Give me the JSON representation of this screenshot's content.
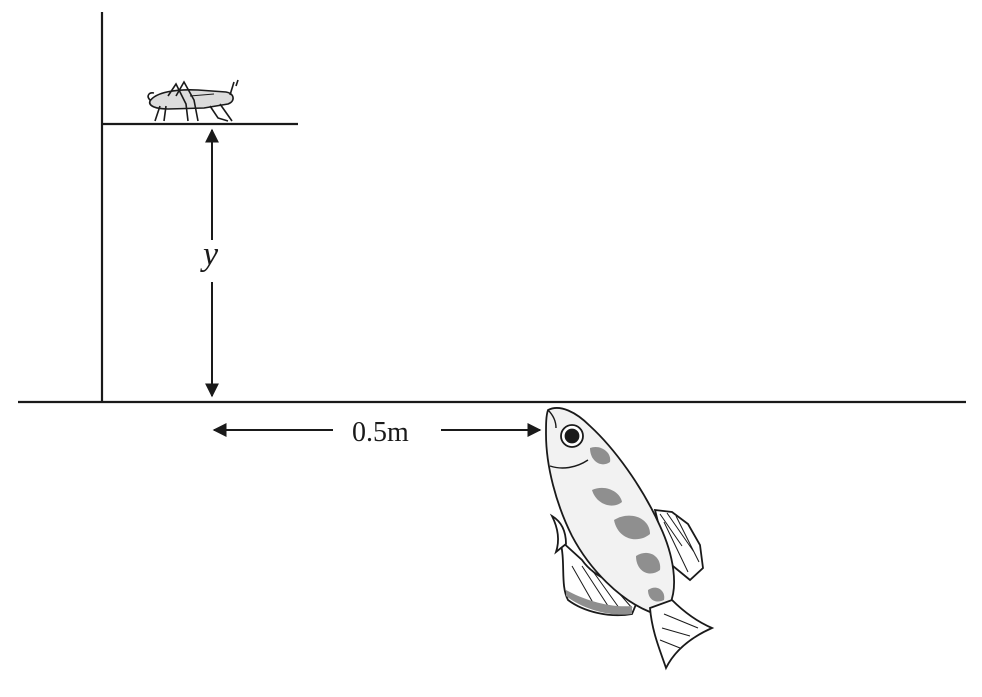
{
  "diagram": {
    "labels": {
      "vertical_distance": "y",
      "horizontal_distance": "0.5m"
    },
    "objects": [
      "insect",
      "fish",
      "ledge",
      "wall",
      "water-surface"
    ],
    "colors": {
      "line": "#1a1a1a",
      "fish_fill": "#f2f2f2",
      "fish_spots": "#8f8f8f",
      "insect_fill": "#dcdcdc",
      "background": "#ffffff"
    }
  }
}
